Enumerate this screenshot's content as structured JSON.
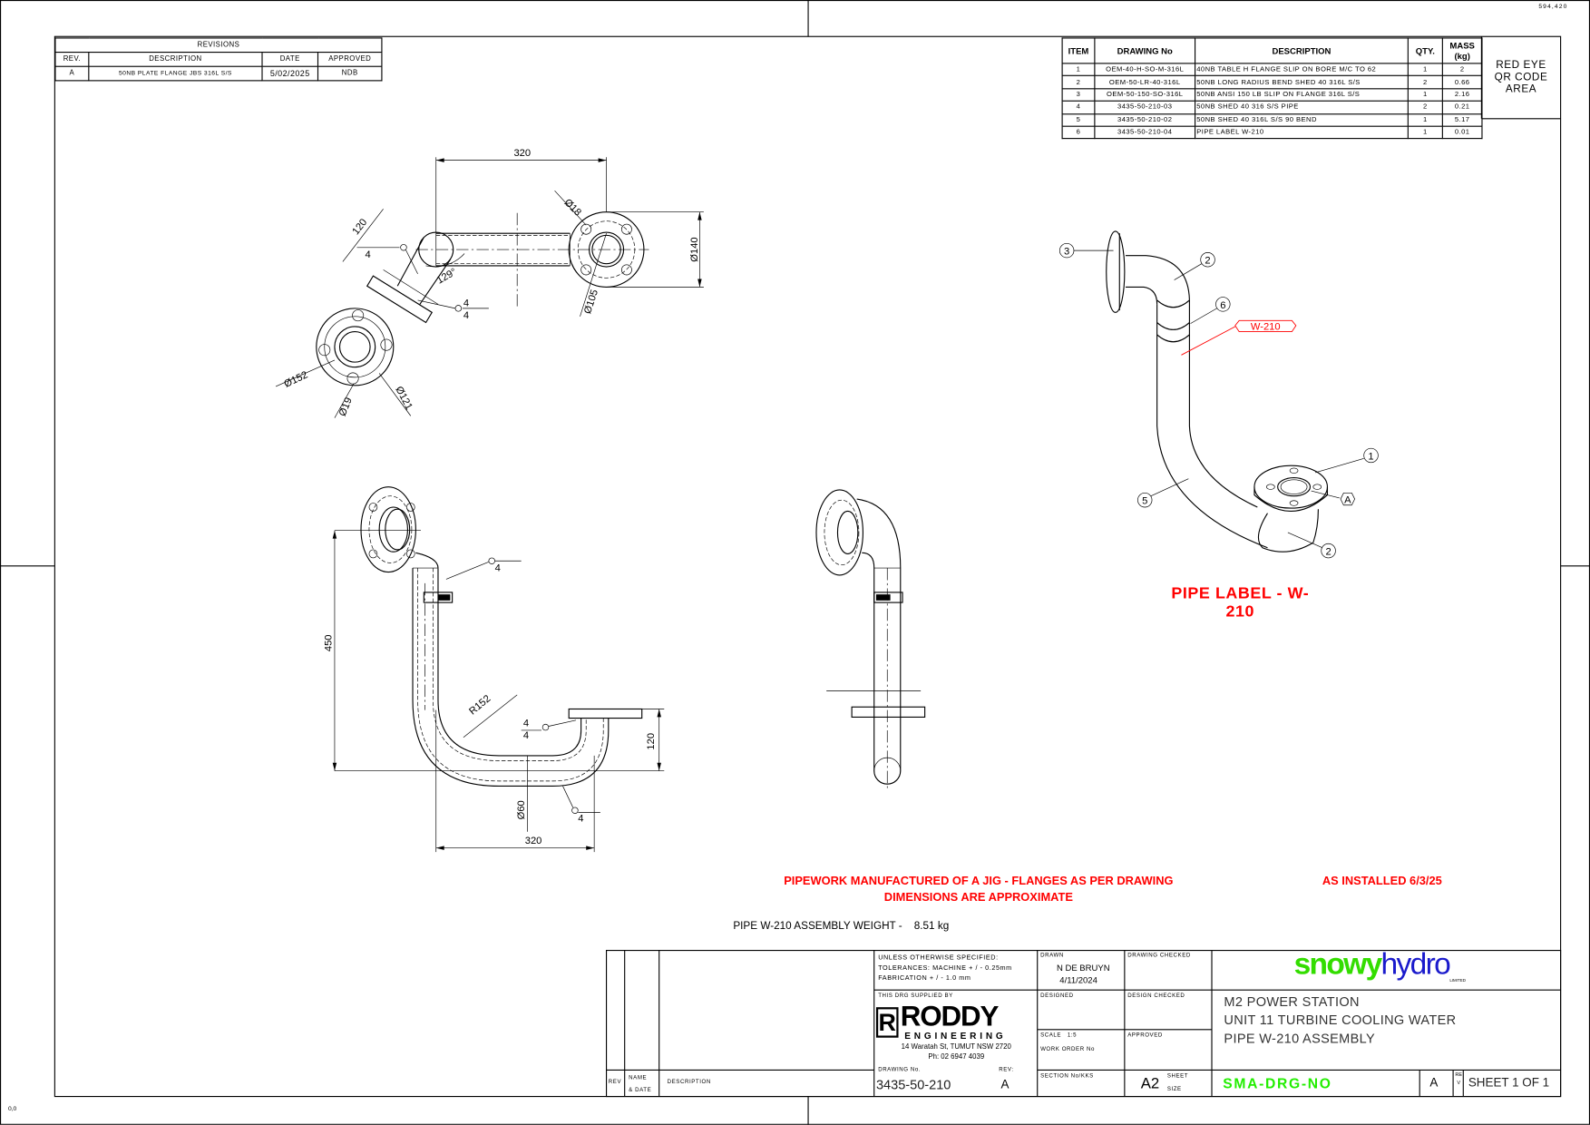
{
  "sheet_ref": "594,420",
  "origin_label": "0,0",
  "revisions": {
    "title": "REVISIONS",
    "headers": [
      "REV.",
      "DESCRIPTION",
      "DATE",
      "APPROVED"
    ],
    "rows": [
      {
        "rev": "A",
        "description": "50NB PLATE FLANGE JBS 316L S/S",
        "date": "5/02/2025",
        "approved": "NDB"
      }
    ]
  },
  "bom": {
    "headers": [
      "ITEM",
      "DRAWING No",
      "DESCRIPTION",
      "QTY.",
      "MASS (kg)"
    ],
    "rows": [
      {
        "item": "1",
        "drawing_no": "OEM-40-H-SO-M-316L",
        "description": "40NB TABLE H FLANGE SLIP ON BORE M/C TO 62",
        "qty": "1",
        "mass": "2"
      },
      {
        "item": "2",
        "drawing_no": "OEM-50-LR-40-316L",
        "description": "50NB LONG RADIUS BEND SHED 40 316L S/S",
        "qty": "2",
        "mass": "0.66"
      },
      {
        "item": "3",
        "drawing_no": "OEM-50-150-SO-316L",
        "description": "50NB ANSI 150 LB SLIP ON  FLANGE 316L S/S",
        "qty": "1",
        "mass": "2.16"
      },
      {
        "item": "4",
        "drawing_no": "3435-50-210-03",
        "description": "50NB SHED 40 316 S/S PIPE",
        "qty": "2",
        "mass": "0.21"
      },
      {
        "item": "5",
        "drawing_no": "3435-50-210-02",
        "description": "50NB SHED 40 316L S/S 90 BEND",
        "qty": "1",
        "mass": "5.17"
      },
      {
        "item": "6",
        "drawing_no": "3435-50-210-04",
        "description": "PIPE LABEL W-210",
        "qty": "1",
        "mass": "0.01"
      }
    ]
  },
  "qr_area": "RED EYE QR CODE AREA",
  "top_view": {
    "dim_length": "320",
    "dim_flange_od": "Ø140",
    "dim_bolt_hole": "Ø18",
    "dim_pcd": "Ø105",
    "dim_branch": "120",
    "dim_angle": "129°",
    "dim_flange2_od": "Ø152",
    "dim_flange2_hole": "Ø19",
    "dim_flange2_pcd": "Ø121",
    "weld_size": "4"
  },
  "front_view": {
    "dim_height": "450",
    "dim_width": "320",
    "dim_rise": "120",
    "dim_radius": "R152",
    "dim_pipe_od": "Ø60",
    "weld_size": "4"
  },
  "iso_view": {
    "balloons": [
      "3",
      "2",
      "6",
      "5",
      "1",
      "A",
      "2"
    ],
    "tag": "W-210",
    "caption": "PIPE LABEL - W-210"
  },
  "notes": {
    "jig_line1": "PIPEWORK MANUFACTURED OF A JIG - FLANGES AS PER DRAWING",
    "jig_line2": "DIMENSIONS ARE APPROXIMATE",
    "installed": "AS INSTALLED 6/3/25",
    "weight": "PIPE W-210 ASSEMBLY WEIGHT -    8.51 kg"
  },
  "colors": {
    "red": "#ff0000",
    "snowy_green": "#33dd00",
    "hydro_blue": "#1a1acc",
    "sma_green": "#22ee00"
  },
  "title_block": {
    "tolerances_1": "UNLESS OTHERWISE SPECIFIED:",
    "tolerances_2": "TOLERANCES: MACHINE + / - 0.25mm",
    "tolerances_3": "FABRICATION + / - 1.0 mm",
    "drawn_label": "DRAWN",
    "drawn_by": "N DE BRUYN",
    "drawn_date": "4/11/2024",
    "drawing_checked_label": "DRAWING CHECKED",
    "supplied_by_label": "THIS DRG SUPPLIED BY",
    "company_name": "RODDY",
    "company_sub": "ENGINEERING",
    "company_address": "14 Waratah St, TUMUT NSW 2720",
    "company_phone": "Ph: 02 6947 4039",
    "designed_label": "DESIGNED",
    "design_checked_label": "DESIGN CHECKED",
    "scale_label": "SCALE   1:5",
    "work_order_label": "WORK ORDER No",
    "approved_label": "APPROVED",
    "client_logo_a": "snowy",
    "client_logo_b": "hydro",
    "client_logo_c": "LIMITED",
    "title_1": "M2 POWER STATION",
    "title_2": "UNIT 11 TURBINE COOLING WATER",
    "title_3": "PIPE W-210 ASSEMBLY",
    "rev_col": "REV",
    "name_date_1": "NAME",
    "name_date_2": "& DATE",
    "description_col": "DESCRIPTION",
    "drawing_no_label": "DRAWING No.",
    "drawing_no": "3435-50-210",
    "rev_label": "REV:",
    "rev": "A",
    "section_label": "SECTION No/KKS",
    "sheet_size": "A2",
    "sheet_label": "SHEET",
    "size_label": "SIZE",
    "client_drawing_no": "SMA-DRG-NO",
    "client_rev": "A",
    "rev_vertical": "REV",
    "sheet_of": "SHEET 1 OF 1"
  }
}
